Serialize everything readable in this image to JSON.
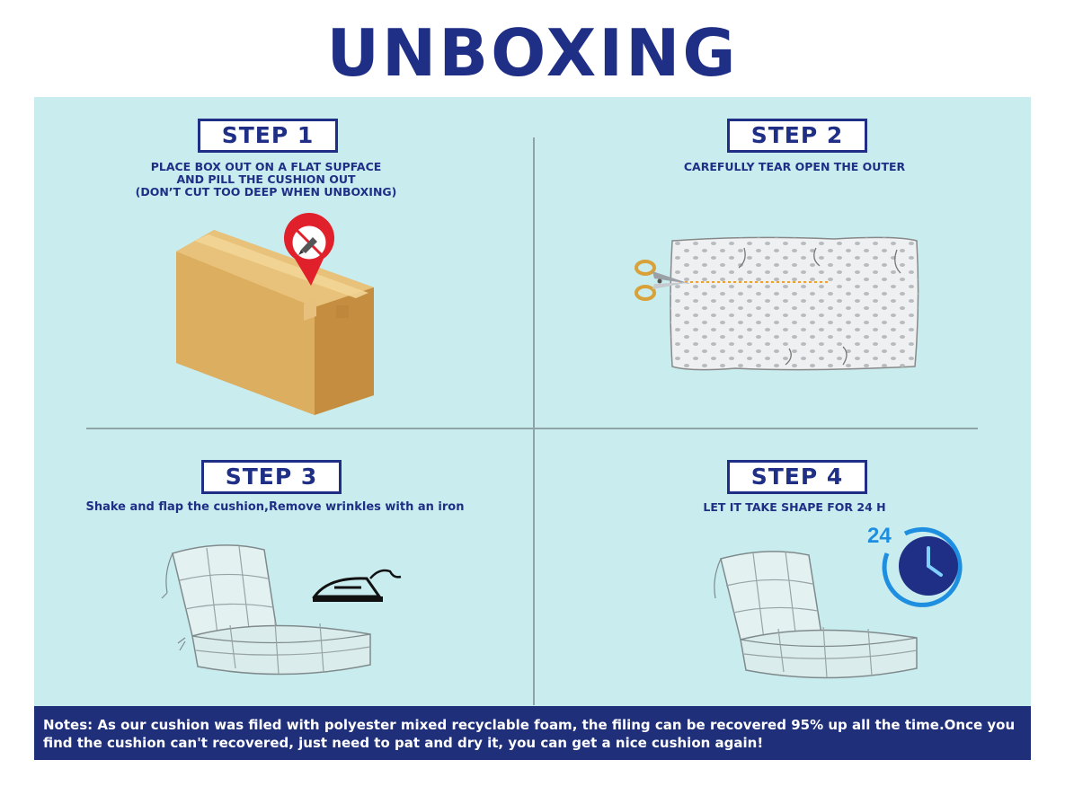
{
  "title": "UNBOXING",
  "steps": [
    {
      "label": "STEP 1",
      "desc_lines": [
        "PLACE BOX OUT ON A FLAT SUPFACE",
        "AND PILL THE CUSHION OUT",
        "(DON’T CUT TOO DEEP WHEN UNBOXING)"
      ],
      "icon": "box-no-knife-icon"
    },
    {
      "label": "STEP 2",
      "desc_lines": [
        "CAREFULLY TEAR OPEN THE OUTER"
      ],
      "icon": "scissors-cushion-icon"
    },
    {
      "label": "STEP 3",
      "desc_lines": [
        "Shake and flap the cushion,Remove wrinkles with an iron"
      ],
      "icon": "chair-cushion-iron-icon"
    },
    {
      "label": "STEP 4",
      "desc_lines": [
        "LET IT TAKE SHAPE FOR 24 H"
      ],
      "icon": "chair-cushion-clock-icon",
      "clock_label": "24"
    }
  ],
  "notes": "Notes: As our cushion was filed with polyester mixed recyclable foam, the filing can be recovered 95% up all the time.Once you find the cushion can't recovered, just need to pat and dry it, you can get a nice cushion again!",
  "colors": {
    "brand_navy": "#1f2f86",
    "panel_bg": "#c9ecef",
    "notes_bg": "#1f2f7a",
    "clock_blue": "#1e8fe0",
    "warning_red": "#e0202a",
    "box_tan": "#d9a857"
  }
}
